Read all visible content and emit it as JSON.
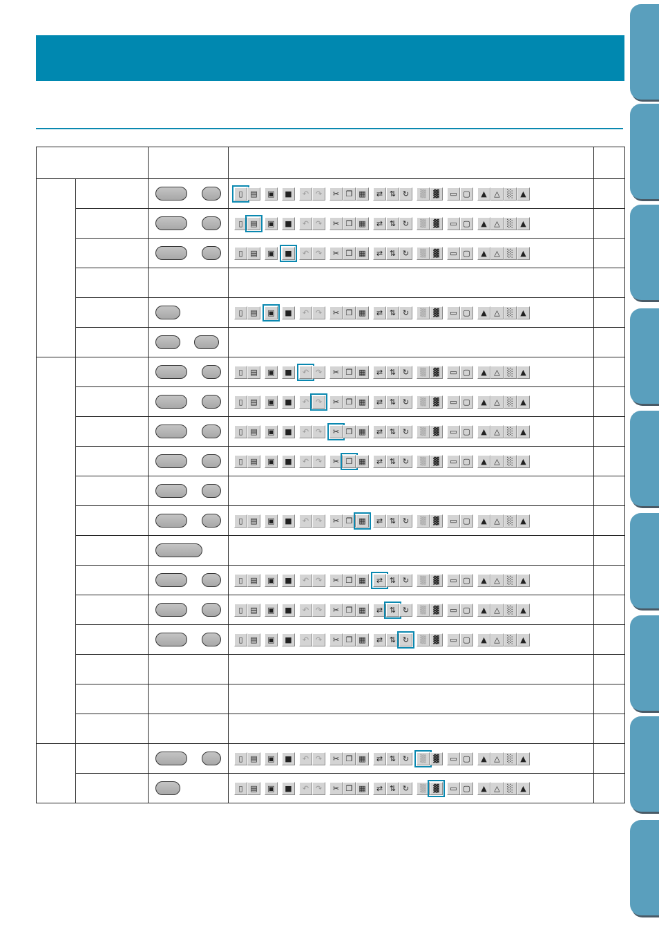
{
  "rows": [
    {
      "keys": "ctrl",
      "hl": 0,
      "icons": "A"
    },
    {
      "keys": "ctrl",
      "hl": 1,
      "icons": "A"
    },
    {
      "keys": "ctrl",
      "hl": 3,
      "icons": "A"
    },
    {
      "keys": "none",
      "hl": -1,
      "icons": ""
    },
    {
      "keys": "one",
      "hl": 2,
      "icons": "B"
    },
    {
      "keys": "two",
      "hl": -1,
      "icons": ""
    },
    {
      "keys": "ctrl",
      "hl": 4,
      "icons": "B"
    },
    {
      "keys": "ctrl",
      "hl": 5,
      "icons": "B"
    },
    {
      "keys": "ctrl",
      "hl": 6,
      "icons": "B"
    },
    {
      "keys": "ctrl",
      "hl": 7,
      "icons": "B"
    },
    {
      "keys": "ctrl",
      "hl": -1,
      "icons": ""
    },
    {
      "keys": "ctrl",
      "hl": 8,
      "icons": "B"
    },
    {
      "keys": "long",
      "hl": -1,
      "icons": ""
    },
    {
      "keys": "ctrl",
      "hl": 9,
      "icons": "B"
    },
    {
      "keys": "ctrl",
      "hl": 10,
      "icons": "B"
    },
    {
      "keys": "ctrl",
      "hl": 11,
      "icons": "B"
    },
    {
      "keys": "none",
      "hl": -1,
      "icons": ""
    },
    {
      "keys": "none",
      "hl": -1,
      "icons": ""
    },
    {
      "keys": "none",
      "hl": -1,
      "icons": ""
    },
    {
      "keys": "ctrl",
      "hl": 12,
      "icons": "B"
    },
    {
      "keys": "one",
      "hl": 13,
      "icons": "B"
    }
  ],
  "toolbar_icons": [
    "new-icon",
    "open-icon",
    "import-icon",
    "save-icon",
    "undo-icon",
    "redo-icon",
    "cut-icon",
    "copy-icon",
    "paste-icon",
    "mirror-icon",
    "flip-icon",
    "rotate-icon",
    "stitch-icon",
    "texture-icon",
    "monitor-icon",
    "preview-icon",
    "hoop1-icon",
    "hoop2-icon",
    "hoop3-icon",
    "hoop4-icon"
  ],
  "accent": "#0088b0"
}
